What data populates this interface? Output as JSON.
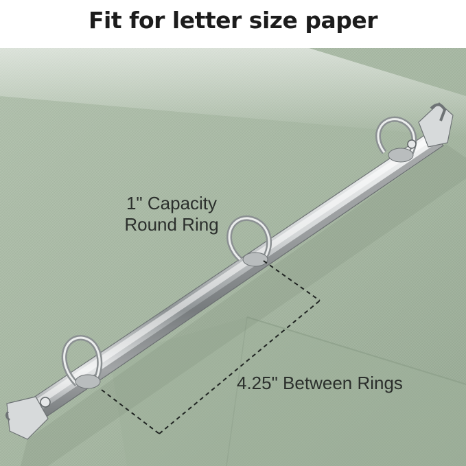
{
  "headline": "Fit for letter size paper",
  "callouts": {
    "capacity_line1": "1\" Capacity",
    "capacity_line2": "Round Ring",
    "spacing": "4.25\" Between Rings"
  },
  "colors": {
    "cover": "#a9baa5",
    "cover_shadow": "#92a48f",
    "metal": "#c9cccd",
    "background": "#ffffff"
  }
}
